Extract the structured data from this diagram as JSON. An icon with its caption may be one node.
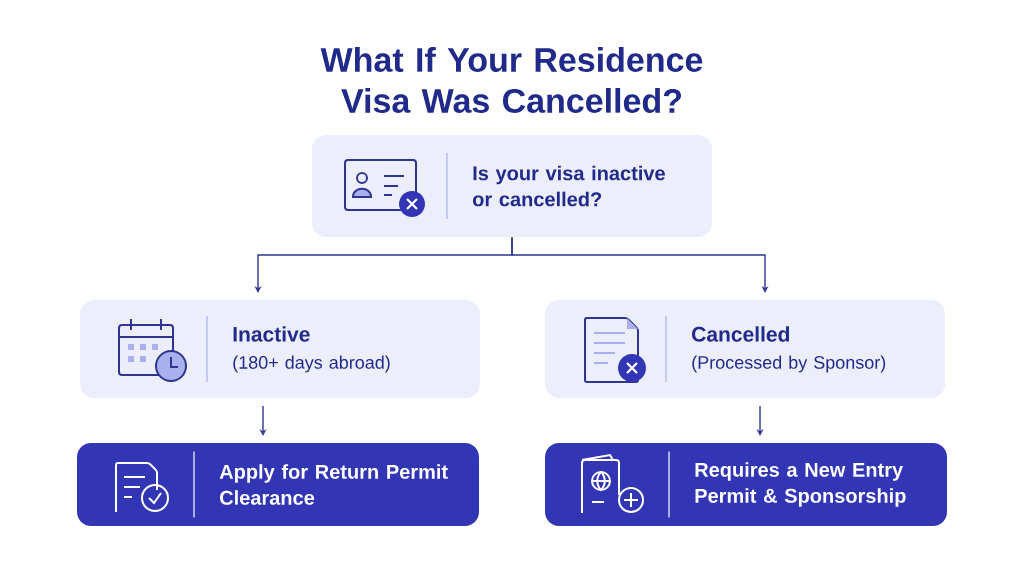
{
  "diagram": {
    "title": "What If Your Residence Visa Was Cancelled?",
    "nodes": [
      {
        "text": [
          "Is your visa inactive or cancelled?"
        ]
      },
      {
        "text": [
          "Inactive",
          "(180+ days abroad)"
        ]
      },
      {
        "text": [
          "Cancelled",
          "(Processed by Sponsor)"
        ]
      },
      {
        "text": [
          "Apply for Return Permit Clearance"
        ]
      },
      {
        "text": [
          "Requires a New Entry Permit & Sponsorship"
        ]
      }
    ],
    "edges": [
      {
        "from": 0,
        "to": 1,
        "arrow": "to"
      },
      {
        "from": 0,
        "to": 2,
        "arrow": "to"
      },
      {
        "from": 1,
        "to": 3,
        "arrow": "to"
      },
      {
        "from": 2,
        "to": 4,
        "arrow": "to"
      }
    ]
  }
}
